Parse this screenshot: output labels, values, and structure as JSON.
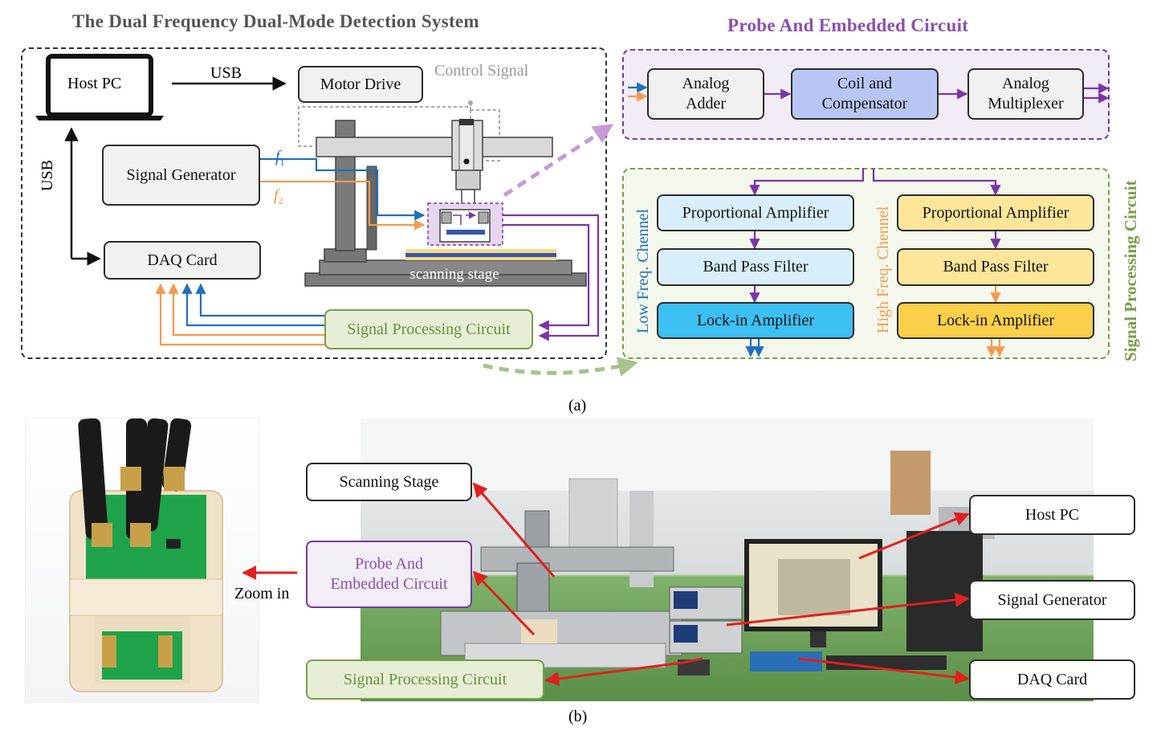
{
  "part_a": {
    "caption": "(a)",
    "system": {
      "title": "The Dual Frequency Dual-Mode Detection System",
      "host_pc": "Host PC",
      "usb_top": "USB",
      "usb_side": "USB",
      "motor_drive": "Motor Drive",
      "control_signal": "Control Signal",
      "signal_generator": "Signal Generator",
      "f1": "f",
      "f1_sub": "1",
      "f2": "f",
      "f2_sub": "2",
      "daq_card": "DAQ Card",
      "scanning_stage": "scanning stage",
      "signal_processing_circuit": "Signal Processing Circuit"
    },
    "probe": {
      "title": "Probe And Embedded Circuit",
      "adder": [
        "Analog",
        "Adder"
      ],
      "coil": [
        "Coil and",
        "Compensator"
      ],
      "multiplexer": [
        "Analog",
        "Multiplexer"
      ]
    },
    "spc": {
      "side_title": "Signal Processing Circuit",
      "low_label": "Low Freq. Chennel",
      "high_label": "High Freq. Chennel",
      "low": [
        "Proportional Amplifier",
        "Band Pass Filter",
        "Lock-in Amplifier"
      ],
      "high": [
        "Proportional Amplifier",
        "Band Pass Filter",
        "Lock-in Amplifier"
      ]
    }
  },
  "part_b": {
    "caption": "(b)",
    "zoom_in": "Zoom in",
    "labels": {
      "scanning_stage": "Scanning Stage",
      "probe": [
        "Probe And",
        "Embedded Circuit"
      ],
      "spc": "Signal Processing Circuit",
      "host_pc": "Host PC",
      "signal_generator": "Signal Generator",
      "daq_card": "DAQ Card"
    }
  },
  "colors": {
    "blue": "#1f6fc0",
    "orange": "#f39a4f",
    "purple": "#7a35a6",
    "green": "#7a9c4a",
    "arrow_red": "#e02020"
  }
}
